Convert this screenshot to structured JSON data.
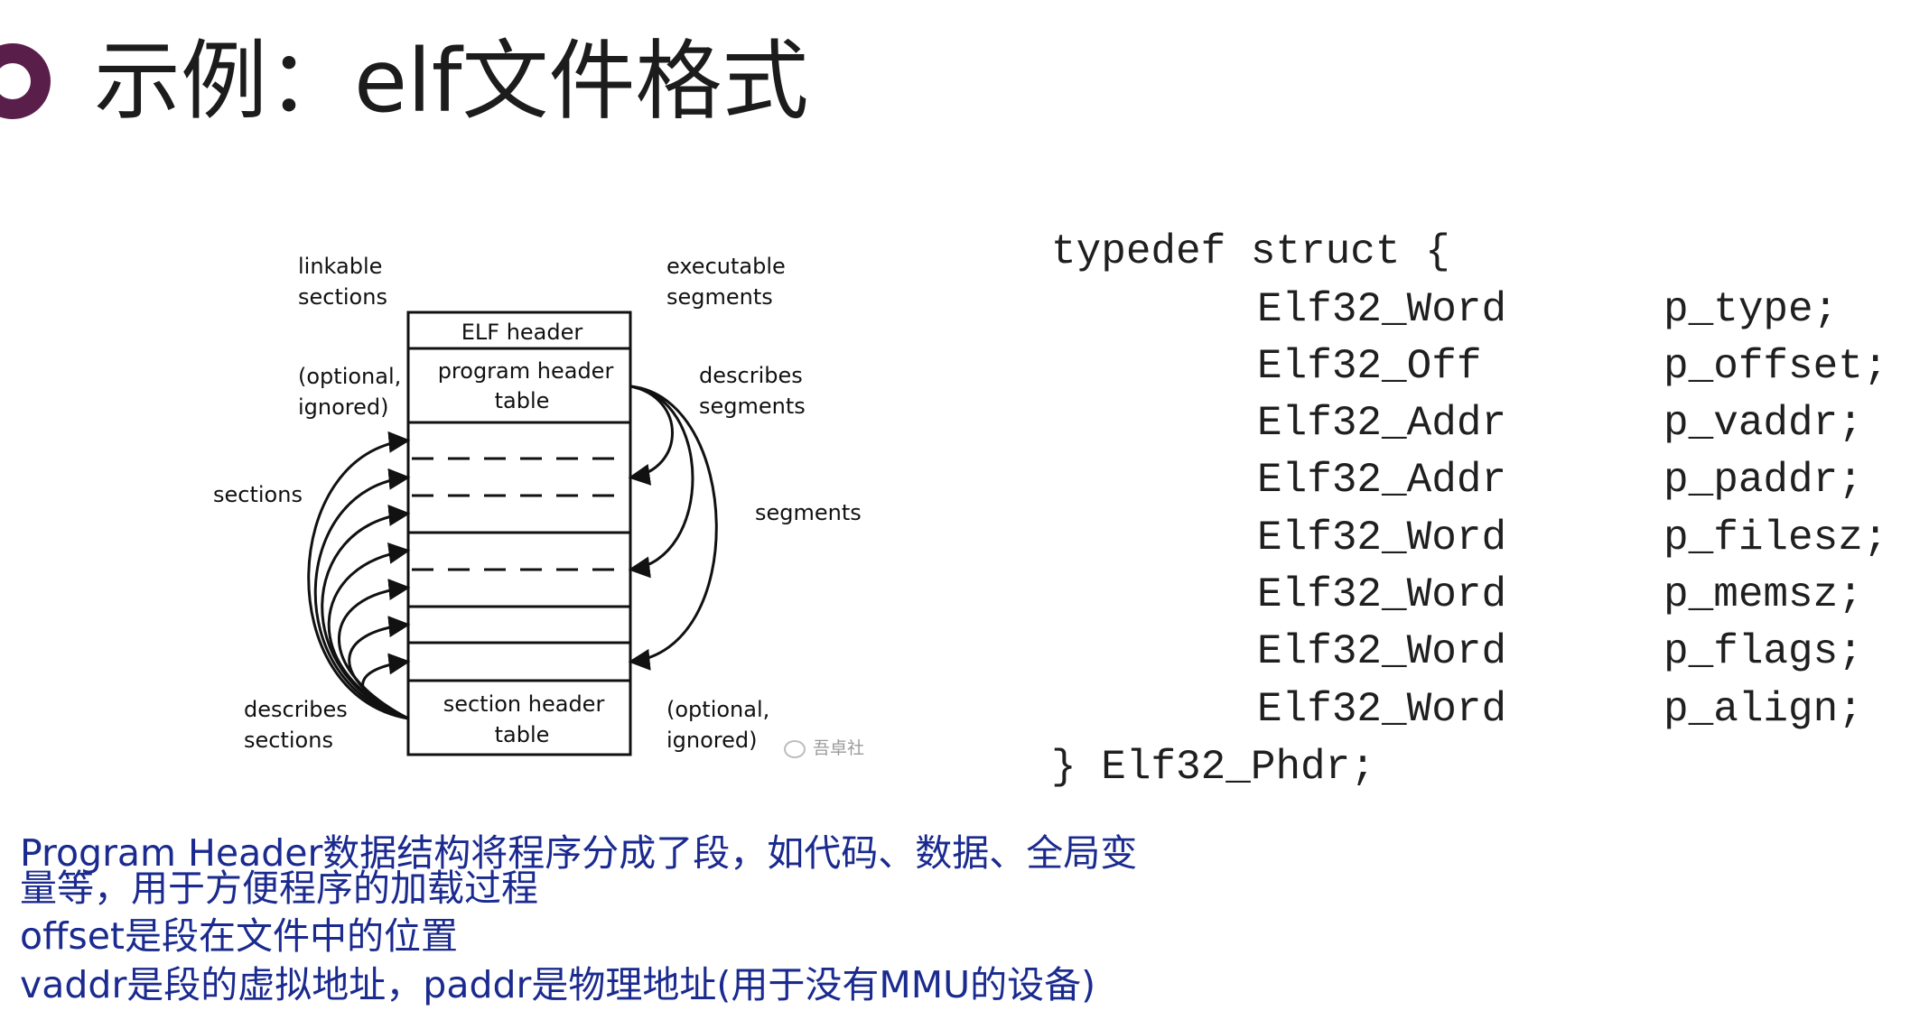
{
  "slide": {
    "title": "示例：elf文件格式",
    "accent_color": "#5a1e4a",
    "bullet_icon": "ring-bullet-icon"
  },
  "diagram": {
    "boxes": {
      "elf_header": "ELF header",
      "program_header_table": [
        "program header",
        "table"
      ],
      "section_header_table": [
        "section header",
        "table"
      ]
    },
    "left_labels": {
      "linkable_sections": [
        "linkable",
        "sections"
      ],
      "optional_ignored": [
        "(optional,",
        "ignored)"
      ],
      "sections": "sections",
      "describes_sections": [
        "describes",
        "sections"
      ]
    },
    "right_labels": {
      "executable_segments": [
        "executable",
        "segments"
      ],
      "describes_segments": [
        "describes",
        "segments"
      ],
      "segments": "segments",
      "optional_ignored": [
        "(optional,",
        "ignored)"
      ]
    }
  },
  "watermark": "吾卓社",
  "code": {
    "open": "typedef struct {",
    "fields": [
      {
        "type": "Elf32_Word",
        "name": "p_type;"
      },
      {
        "type": "Elf32_Off",
        "name": "p_offset;"
      },
      {
        "type": "Elf32_Addr",
        "name": "p_vaddr;"
      },
      {
        "type": "Elf32_Addr",
        "name": "p_paddr;"
      },
      {
        "type": "Elf32_Word",
        "name": "p_filesz;"
      },
      {
        "type": "Elf32_Word",
        "name": "p_memsz;"
      },
      {
        "type": "Elf32_Word",
        "name": "p_flags;"
      },
      {
        "type": "Elf32_Word",
        "name": "p_align;"
      }
    ],
    "close": "} Elf32_Phdr;"
  },
  "notes": {
    "line1": "Program Header数据结构将程序分成了段，如代码、数据、全局变",
    "line2": "量等，用于方便程序的加载过程",
    "line3": "offset是段在文件中的位置",
    "line4": "vaddr是段的虚拟地址，paddr是物理地址(用于没有MMU的设备)",
    "color": "#1a2a8f"
  }
}
